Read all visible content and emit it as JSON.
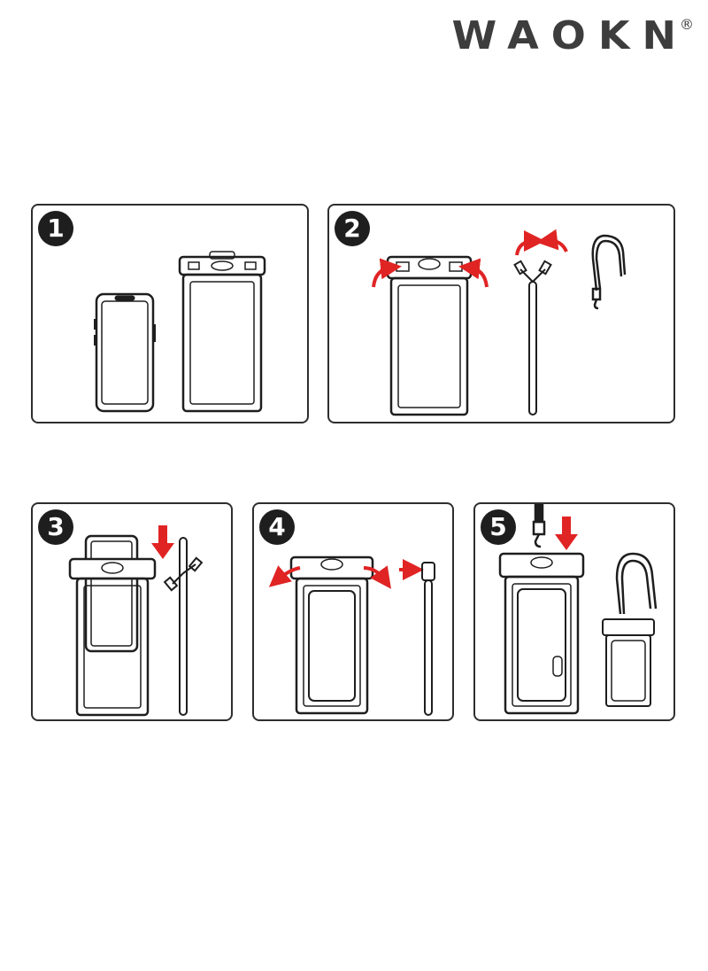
{
  "brand": {
    "name": "WAOKN",
    "registered_mark": "®"
  },
  "steps": [
    {
      "number": "1"
    },
    {
      "number": "2"
    },
    {
      "number": "3"
    },
    {
      "number": "4"
    },
    {
      "number": "5"
    }
  ],
  "colors": {
    "arrow": "#e02424",
    "line": "#1e1e1e",
    "badge": "#1e1e1e",
    "brand": "#3d3d3d"
  },
  "icons": [
    "phone-icon",
    "waterproof-pouch-icon",
    "lanyard-icon",
    "curved-arrow-icon",
    "down-arrow-icon",
    "clip-icon"
  ]
}
